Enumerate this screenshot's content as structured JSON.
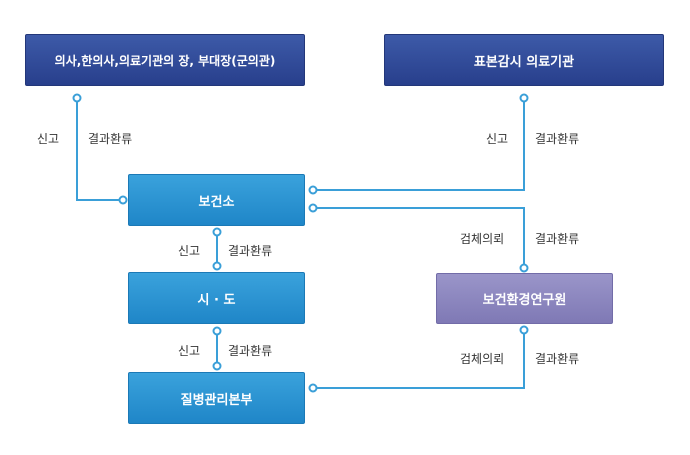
{
  "nodes": {
    "doctors": "의사,한의사,의료기관의 장, 부대장(군의관)",
    "sentinel": "표본감시 의료기관",
    "health_center": "보건소",
    "city_province": "시 · 도",
    "kcdc": "질병관리본부",
    "research_institute": "보건환경연구원"
  },
  "labels": {
    "report": "신고",
    "result_feedback": "결과환류",
    "specimen_request": "검체의뢰"
  },
  "colors": {
    "navy": "#2c4591",
    "blue": "#2a93d3",
    "purple": "#8a84bf",
    "connector": "#3a9fd8"
  }
}
